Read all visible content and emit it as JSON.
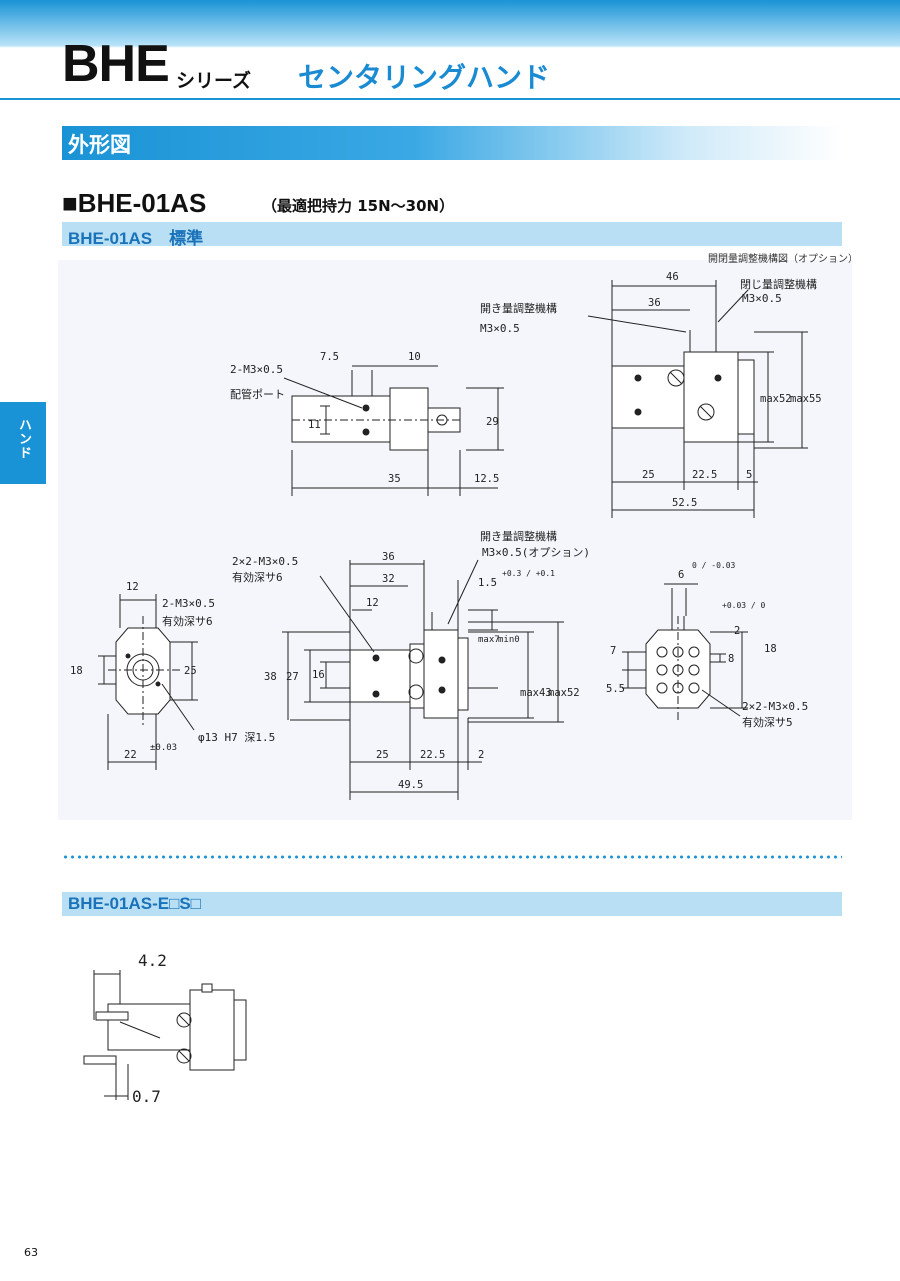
{
  "header": {
    "series": "BHE",
    "series_suffix": "シリーズ",
    "product_name": "センタリングハンド"
  },
  "section": {
    "title": "外形図"
  },
  "model": {
    "title": "■BHE-01AS",
    "subtitle": "（最適把持力 15N〜30N）"
  },
  "subsections": [
    {
      "label": "BHE-01AS　標準"
    },
    {
      "label": "BHE-01AS-E□S□"
    }
  ],
  "drawing1": {
    "option_note": "開閉量調整機構図（オプション）",
    "labels": {
      "port": "2-M3×0.5",
      "port_name": "配管ポート",
      "close_adjust": "閉じ量調整機構",
      "close_thread": "M3×0.5",
      "open_adjust": "開き量調整機構",
      "open_thread": "M3×0.5",
      "open_adjust_2": "開き量調整機構",
      "open_thread_opt": "M3×0.5(オプション)",
      "tap_2m3": "2×2-M3×0.5",
      "eff_depth6": "有効深サ6",
      "side_2m3": "2-M3×0.5",
      "side_depth6": "有効深サ6",
      "bore": "φ13 H7 深1.5",
      "tap_2m3_b": "2×2-M3×0.5",
      "eff_depth5": "有効深サ5"
    },
    "dims": {
      "d7_5": "7.5",
      "d10": "10",
      "d11": "11",
      "d29": "29",
      "d35": "35",
      "d12_5": "12.5",
      "d46": "46",
      "d36": "36",
      "max52": "max52",
      "max55": "max55",
      "d25": "25",
      "d22_5": "22.5",
      "d5": "5",
      "d52_5": "52.5",
      "d36b": "36",
      "d32": "32",
      "d12": "12",
      "d1_5": "1.5",
      "tol_1_5": "+0.3 / +0.1",
      "d38": "38",
      "d27": "27",
      "d16": "16",
      "max7": "max7",
      "min0": "min0",
      "max43": "max43",
      "max52b": "max52",
      "d25b": "25",
      "d22_5b": "22.5",
      "d2": "2",
      "d49_5": "49.5",
      "d12s": "12",
      "d18": "18",
      "d25s": "25",
      "d22": "22",
      "tol_22": "±0.03",
      "d6": "6",
      "tol_6": "0 / -0.03",
      "d2r": "2",
      "tol_2r": "+0.03 / 0",
      "d8": "8",
      "d18r": "18",
      "d7r": "7",
      "d5_5": "5.5"
    }
  },
  "drawing2": {
    "dims": {
      "d4_2": "4.2",
      "d0_7": "0.7"
    }
  },
  "side_tab": "ハンド",
  "page_number": "63"
}
